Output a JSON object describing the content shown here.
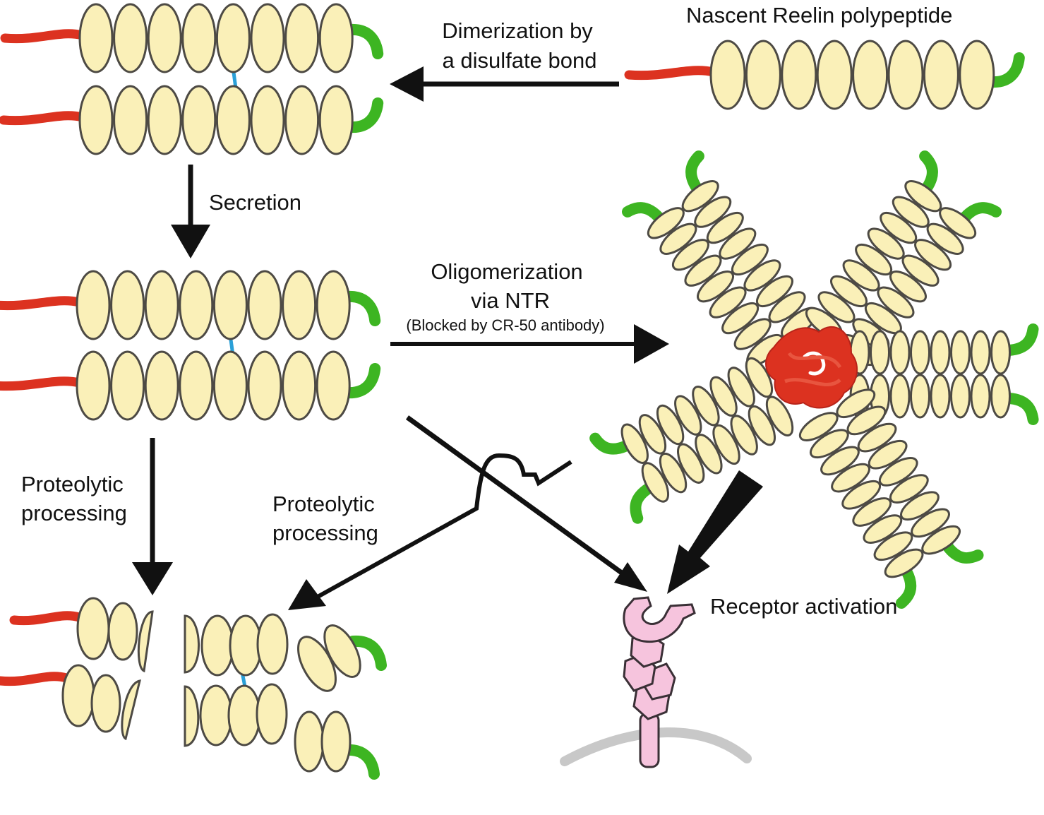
{
  "labels": {
    "nascent": "Nascent Reelin polypeptide",
    "dimerization_line1": "Dimerization by",
    "dimerization_line2": "a disulfate bond",
    "secretion": "Secretion",
    "oligomerization_line1": "Oligomerization",
    "oligomerization_line2": "via NTR",
    "oligomerization_note": "(Blocked by CR-50 antibody)",
    "proteolytic_left_line1": "Proteolytic",
    "proteolytic_left_line2": "processing",
    "proteolytic_mid_line1": "Proteolytic",
    "proteolytic_mid_line2": "processing",
    "receptor_activation": "Receptor activation"
  },
  "colors": {
    "repeat_fill": "#faf0b8",
    "outline": "#4d4a44",
    "n_terminal": "#dc3220",
    "c_terminal": "#3db522",
    "disulfide": "#2aa0d8",
    "receptor": "#f6c4dd",
    "membrane": "#c8c8c8",
    "arrow": "#111111"
  }
}
